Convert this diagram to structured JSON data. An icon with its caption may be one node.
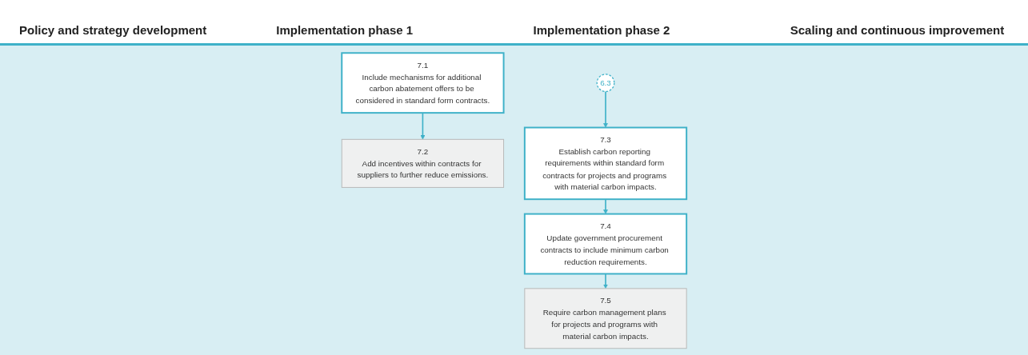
{
  "diagram": {
    "nodes": [
      {
        "text": [
          "7.1",
          "Include mechanisms for additional carbon abatement offers to be considered in standard form contracts."
        ]
      },
      {
        "text": [
          "7.2",
          "Add incentives within contracts for suppliers to further reduce emissions."
        ]
      },
      {
        "text": [
          "7.3",
          "Establish carbon reporting requirements within standard form contracts for projects and programs with material carbon impacts."
        ]
      },
      {
        "text": [
          "7.4",
          "Update government procurement contracts to include minimum carbon reduction requirements."
        ]
      },
      {
        "text": [
          "7.5",
          "Require carbon management plans for projects and programs with material carbon impacts."
        ]
      },
      {
        "text": [
          "6.3"
        ]
      }
    ],
    "edges": [
      {
        "from": 0,
        "to": 1,
        "arrow": "to"
      },
      {
        "from": 2,
        "to": 3,
        "arrow": "to"
      },
      {
        "from": 3,
        "to": 4,
        "arrow": "to"
      },
      {
        "from": 5,
        "to": 2,
        "arrow": "to"
      }
    ],
    "labels": [
      "Policy and strategy development",
      "Implementation phase 1",
      "Implementation phase 2",
      "Scaling and continuous improvement"
    ]
  }
}
